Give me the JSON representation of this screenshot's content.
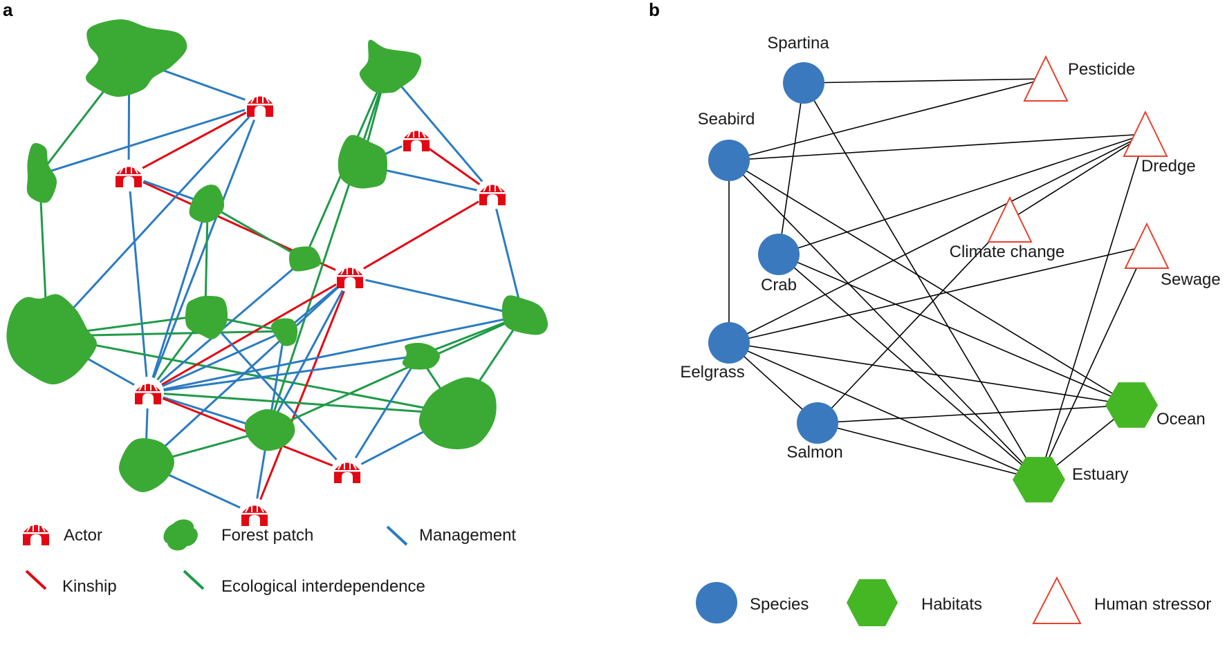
{
  "panel_a": {
    "letter": "a",
    "colors": {
      "actor": "#e30613",
      "forest": "#3aaa35",
      "management": "#2a7bc0",
      "kinship": "#e30613",
      "ecological": "#1f9a48"
    },
    "legend": {
      "actor": "Actor",
      "forest": "Forest patch",
      "management": "Management",
      "kinship": "Kinship",
      "ecological": "Ecological interdependence"
    },
    "nodes": [
      {
        "id": "F1",
        "type": "forest"
      },
      {
        "id": "F2",
        "type": "forest"
      },
      {
        "id": "F3",
        "type": "forest"
      },
      {
        "id": "F4",
        "type": "forest"
      },
      {
        "id": "F5",
        "type": "forest"
      },
      {
        "id": "F6",
        "type": "forest"
      },
      {
        "id": "F7",
        "type": "forest"
      },
      {
        "id": "F8",
        "type": "forest"
      },
      {
        "id": "F9",
        "type": "forest"
      },
      {
        "id": "F10",
        "type": "forest"
      },
      {
        "id": "F11",
        "type": "forest"
      },
      {
        "id": "F12",
        "type": "forest"
      },
      {
        "id": "F13",
        "type": "forest"
      },
      {
        "id": "F14",
        "type": "forest"
      },
      {
        "id": "F15",
        "type": "forest"
      },
      {
        "id": "A1",
        "type": "actor"
      },
      {
        "id": "A2",
        "type": "actor"
      },
      {
        "id": "A3",
        "type": "actor"
      },
      {
        "id": "A4",
        "type": "actor"
      },
      {
        "id": "A5",
        "type": "actor"
      },
      {
        "id": "A6",
        "type": "actor"
      },
      {
        "id": "A7",
        "type": "actor"
      },
      {
        "id": "A8",
        "type": "actor"
      }
    ],
    "edges": [
      {
        "source": "F1",
        "target": "A1",
        "type": "management"
      },
      {
        "source": "F1",
        "target": "A2",
        "type": "management"
      },
      {
        "source": "F1",
        "target": "F2",
        "type": "ecological"
      },
      {
        "source": "F2",
        "target": "A1",
        "type": "management"
      },
      {
        "source": "A1",
        "target": "A2",
        "type": "kinship"
      },
      {
        "source": "A2",
        "target": "A5",
        "type": "kinship"
      },
      {
        "source": "A2",
        "target": "A6",
        "type": "management"
      },
      {
        "source": "A2",
        "target": "F4",
        "type": "management"
      },
      {
        "source": "A1",
        "target": "F3",
        "type": "management"
      },
      {
        "source": "A1",
        "target": "A6",
        "type": "management"
      },
      {
        "source": "F2",
        "target": "F3",
        "type": "ecological"
      },
      {
        "source": "F3",
        "target": "A6",
        "type": "management"
      },
      {
        "source": "F3",
        "target": "F9",
        "type": "ecological"
      },
      {
        "source": "F3",
        "target": "F7",
        "type": "ecological"
      },
      {
        "source": "F3",
        "target": "F14",
        "type": "ecological"
      },
      {
        "source": "F6",
        "target": "A3",
        "type": "management"
      },
      {
        "source": "F6",
        "target": "A4",
        "type": "management"
      },
      {
        "source": "F6",
        "target": "F5",
        "type": "ecological"
      },
      {
        "source": "A3",
        "target": "A4",
        "type": "kinship"
      },
      {
        "source": "F5",
        "target": "A4",
        "type": "management"
      },
      {
        "source": "F5",
        "target": "F8",
        "type": "ecological"
      },
      {
        "source": "F5",
        "target": "F12",
        "type": "ecological"
      },
      {
        "source": "A4",
        "target": "A5",
        "type": "kinship"
      },
      {
        "source": "A4",
        "target": "F10",
        "type": "management"
      },
      {
        "source": "F4",
        "target": "F8",
        "type": "ecological"
      },
      {
        "source": "F4",
        "target": "F7",
        "type": "ecological"
      },
      {
        "source": "F4",
        "target": "A6",
        "type": "management"
      },
      {
        "source": "F8",
        "target": "A6",
        "type": "management"
      },
      {
        "source": "A5",
        "target": "A6",
        "type": "kinship"
      },
      {
        "source": "A5",
        "target": "A7",
        "type": "kinship"
      },
      {
        "source": "A5",
        "target": "F10",
        "type": "management"
      },
      {
        "source": "A5",
        "target": "F12",
        "type": "management"
      },
      {
        "source": "A5",
        "target": "F13",
        "type": "management"
      },
      {
        "source": "F7",
        "target": "A6",
        "type": "ecological"
      },
      {
        "source": "F7",
        "target": "A8",
        "type": "management"
      },
      {
        "source": "F7",
        "target": "F9",
        "type": "ecological"
      },
      {
        "source": "F9",
        "target": "A6",
        "type": "management"
      },
      {
        "source": "F9",
        "target": "A7",
        "type": "management"
      },
      {
        "source": "F9",
        "target": "A5",
        "type": "management"
      },
      {
        "source": "F10",
        "target": "F12",
        "type": "ecological"
      },
      {
        "source": "A6",
        "target": "F12",
        "type": "management"
      },
      {
        "source": "A6",
        "target": "F13",
        "type": "management"
      },
      {
        "source": "A6",
        "target": "F11",
        "type": "management"
      },
      {
        "source": "A6",
        "target": "F14",
        "type": "ecological"
      },
      {
        "source": "A6",
        "target": "A8",
        "type": "kinship"
      },
      {
        "source": "F11",
        "target": "F15",
        "type": "ecological"
      },
      {
        "source": "F11",
        "target": "F14",
        "type": "ecological"
      },
      {
        "source": "F11",
        "target": "A8",
        "type": "management"
      },
      {
        "source": "F12",
        "target": "F13",
        "type": "ecological"
      },
      {
        "source": "F13",
        "target": "A7",
        "type": "management"
      },
      {
        "source": "F14",
        "target": "F15",
        "type": "ecological"
      },
      {
        "source": "F14",
        "target": "A8",
        "type": "management"
      },
      {
        "source": "F15",
        "target": "A6",
        "type": "management"
      }
    ]
  },
  "panel_b": {
    "letter": "b",
    "colors": {
      "species": "#3a79be",
      "habitat": "#45b624",
      "stressor": "#e8402b",
      "edge": "#000000"
    },
    "legend": {
      "species": "Species",
      "habitat": "Habitats",
      "stressor": "Human stressor"
    },
    "nodes": [
      {
        "id": "spartina",
        "label": "Spartina",
        "type": "species"
      },
      {
        "id": "seabird",
        "label": "Seabird",
        "type": "species"
      },
      {
        "id": "crab",
        "label": "Crab",
        "type": "species"
      },
      {
        "id": "eelgrass",
        "label": "Eelgrass",
        "type": "species"
      },
      {
        "id": "salmon",
        "label": "Salmon",
        "type": "species"
      },
      {
        "id": "pesticide",
        "label": "Pesticide",
        "type": "stressor"
      },
      {
        "id": "dredge",
        "label": "Dredge",
        "type": "stressor"
      },
      {
        "id": "climate",
        "label": "Climate change",
        "type": "stressor"
      },
      {
        "id": "sewage",
        "label": "Sewage",
        "type": "stressor"
      },
      {
        "id": "ocean",
        "label": "Ocean",
        "type": "habitat"
      },
      {
        "id": "estuary",
        "label": "Estuary",
        "type": "habitat"
      }
    ],
    "edges": [
      [
        "spartina",
        "pesticide"
      ],
      [
        "spartina",
        "crab"
      ],
      [
        "spartina",
        "estuary"
      ],
      [
        "seabird",
        "pesticide"
      ],
      [
        "seabird",
        "dredge"
      ],
      [
        "seabird",
        "eelgrass"
      ],
      [
        "seabird",
        "ocean"
      ],
      [
        "seabird",
        "estuary"
      ],
      [
        "crab",
        "dredge"
      ],
      [
        "crab",
        "ocean"
      ],
      [
        "crab",
        "estuary"
      ],
      [
        "eelgrass",
        "dredge"
      ],
      [
        "eelgrass",
        "sewage"
      ],
      [
        "eelgrass",
        "ocean"
      ],
      [
        "eelgrass",
        "estuary"
      ],
      [
        "eelgrass",
        "salmon"
      ],
      [
        "salmon",
        "climate"
      ],
      [
        "salmon",
        "ocean"
      ],
      [
        "salmon",
        "estuary"
      ],
      [
        "climate",
        "dredge"
      ],
      [
        "dredge",
        "estuary"
      ],
      [
        "sewage",
        "estuary"
      ],
      [
        "ocean",
        "estuary"
      ]
    ]
  }
}
